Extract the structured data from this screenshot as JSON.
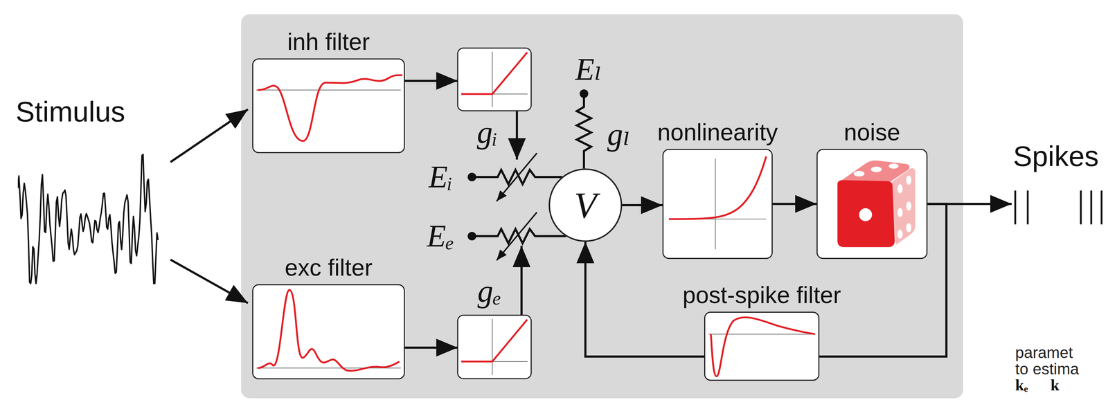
{
  "diagram": {
    "nodes": [
      {
        "text": [
          "Stimulus"
        ]
      },
      {
        "text": [
          "inh filter"
        ]
      },
      {
        "text": [
          "exc filter"
        ]
      },
      {
        "text": [
          "V"
        ]
      },
      {
        "text": [
          "nonlinearity"
        ]
      },
      {
        "text": [
          "noise"
        ]
      },
      {
        "text": [
          "post-spike filter"
        ]
      },
      {
        "text": [
          "Spikes"
        ]
      }
    ],
    "edges": [
      {
        "from": 0,
        "to": 1,
        "arrow": "to"
      },
      {
        "from": 0,
        "to": 2,
        "arrow": "to"
      },
      {
        "from": 3,
        "to": 4,
        "arrow": "to"
      },
      {
        "from": 4,
        "to": 5,
        "arrow": "to"
      },
      {
        "from": 5,
        "to": 7,
        "arrow": "to"
      },
      {
        "from": 5,
        "to": 6,
        "arrow": "none"
      },
      {
        "from": 6,
        "to": 3,
        "arrow": "to"
      }
    ],
    "labels": [
      "Eₗ",
      "gₗ",
      "gᵢ",
      "Eᵢ",
      "Eₑ",
      "gₑ",
      "paramet",
      "to estima",
      "kₑ",
      "k"
    ]
  }
}
